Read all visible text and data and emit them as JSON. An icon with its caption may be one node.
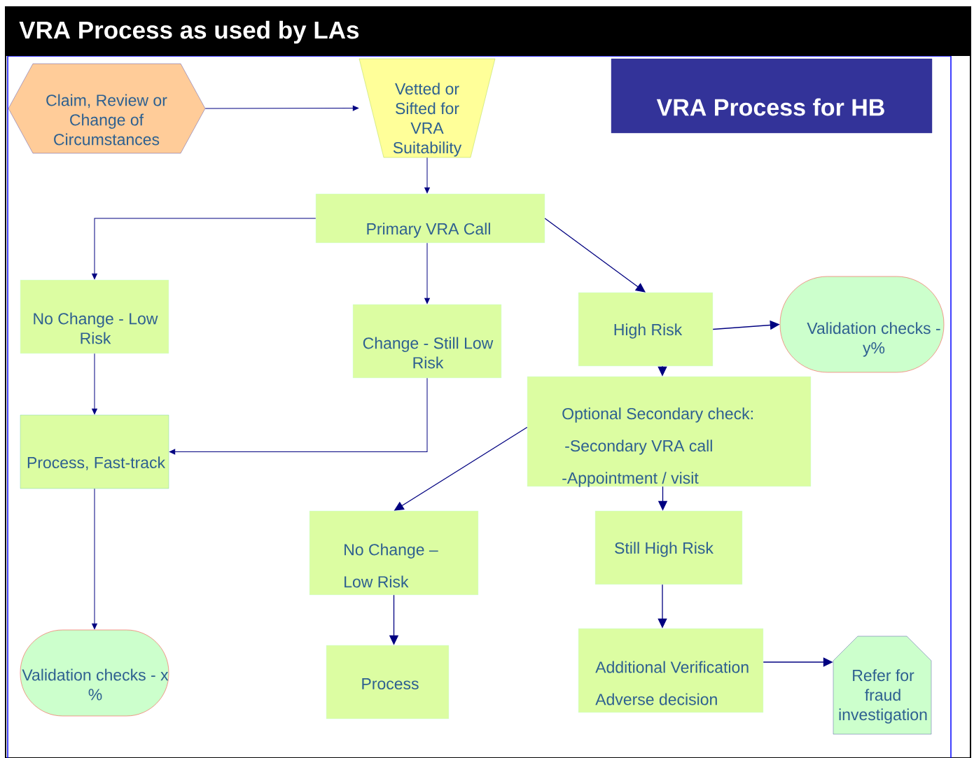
{
  "diagram": {
    "title": "VRA Process as used by LAs",
    "nodes": [
      {
        "text": [
          "Claim, Review or Change of Circumstances"
        ]
      },
      {
        "text": [
          "Vetted or Sifted for VRA Suitability"
        ]
      },
      {
        "text": [
          "VRA Process for HB"
        ]
      },
      {
        "text": [
          "Primary VRA Call"
        ]
      },
      {
        "text": [
          "No Change - Low Risk"
        ]
      },
      {
        "text": [
          "Change - Still Low Risk"
        ]
      },
      {
        "text": [
          "High Risk"
        ]
      },
      {
        "text": [
          "Validation checks - y%"
        ]
      },
      {
        "text": [
          "Optional Secondary check:",
          "-Secondary VRA call",
          "-Appointment / visit"
        ]
      },
      {
        "text": [
          "Process, Fast-track"
        ]
      },
      {
        "text": [
          "No Change – Low Risk"
        ]
      },
      {
        "text": [
          "Still High Risk"
        ]
      },
      {
        "text": [
          "Validation checks - x %"
        ]
      },
      {
        "text": [
          "Process"
        ]
      },
      {
        "text": [
          "Additional Verification",
          "Adverse decision"
        ]
      },
      {
        "text": [
          "Refer for fraud investigation"
        ]
      }
    ],
    "edges": [
      {
        "from": 0,
        "to": 1,
        "arrow": "to"
      },
      {
        "from": 1,
        "to": 3,
        "arrow": "to"
      },
      {
        "from": 3,
        "to": 4,
        "arrow": "to"
      },
      {
        "from": 3,
        "to": 5,
        "arrow": "to"
      },
      {
        "from": 3,
        "to": 6,
        "arrow": "to"
      },
      {
        "from": 6,
        "to": 7,
        "arrow": "to"
      },
      {
        "from": 6,
        "to": 8,
        "arrow": "to"
      },
      {
        "from": 4,
        "to": 9,
        "arrow": "to"
      },
      {
        "from": 5,
        "to": 9,
        "arrow": "to"
      },
      {
        "from": 8,
        "to": 10,
        "arrow": "to"
      },
      {
        "from": 8,
        "to": 11,
        "arrow": "to"
      },
      {
        "from": 9,
        "to": 12,
        "arrow": "to"
      },
      {
        "from": 10,
        "to": 13,
        "arrow": "to"
      },
      {
        "from": 11,
        "to": 14,
        "arrow": "to"
      },
      {
        "from": 14,
        "to": 15,
        "arrow": "to"
      }
    ]
  }
}
